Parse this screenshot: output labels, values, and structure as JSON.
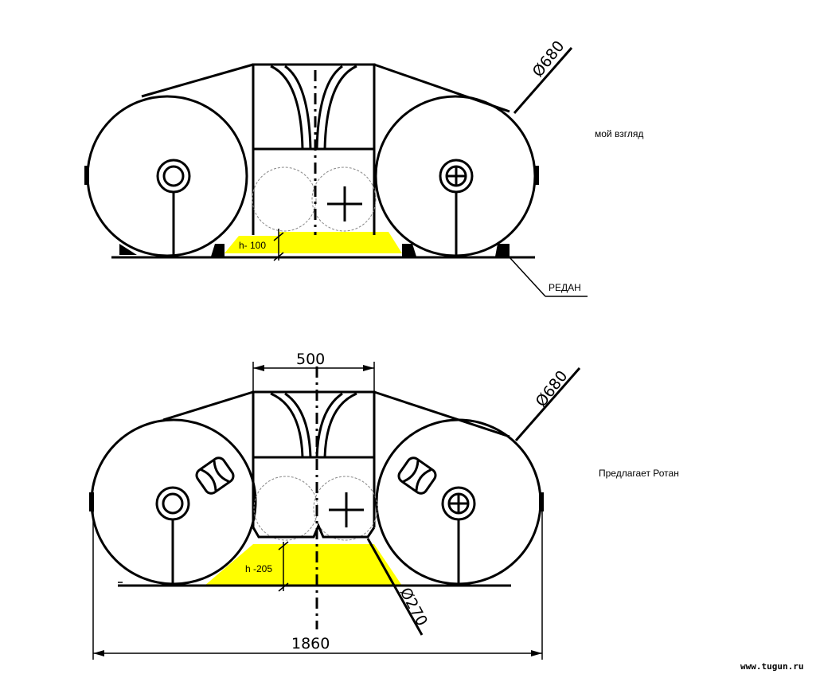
{
  "top_view": {
    "caption": "мой взгляд",
    "diameter_label": "Ø680",
    "height_label": "h- 100",
    "redan_label": "РЕДАН"
  },
  "bottom_view": {
    "caption": "Предлагает Ротан",
    "width_label": "500",
    "diameter_label": "Ø680",
    "height_label": "h -205",
    "wheel_label": "Ø270",
    "overall_label": "1860"
  },
  "watermark": "www.tugun.ru",
  "colors": {
    "highlight": "#ffff00",
    "ink": "#000000"
  }
}
